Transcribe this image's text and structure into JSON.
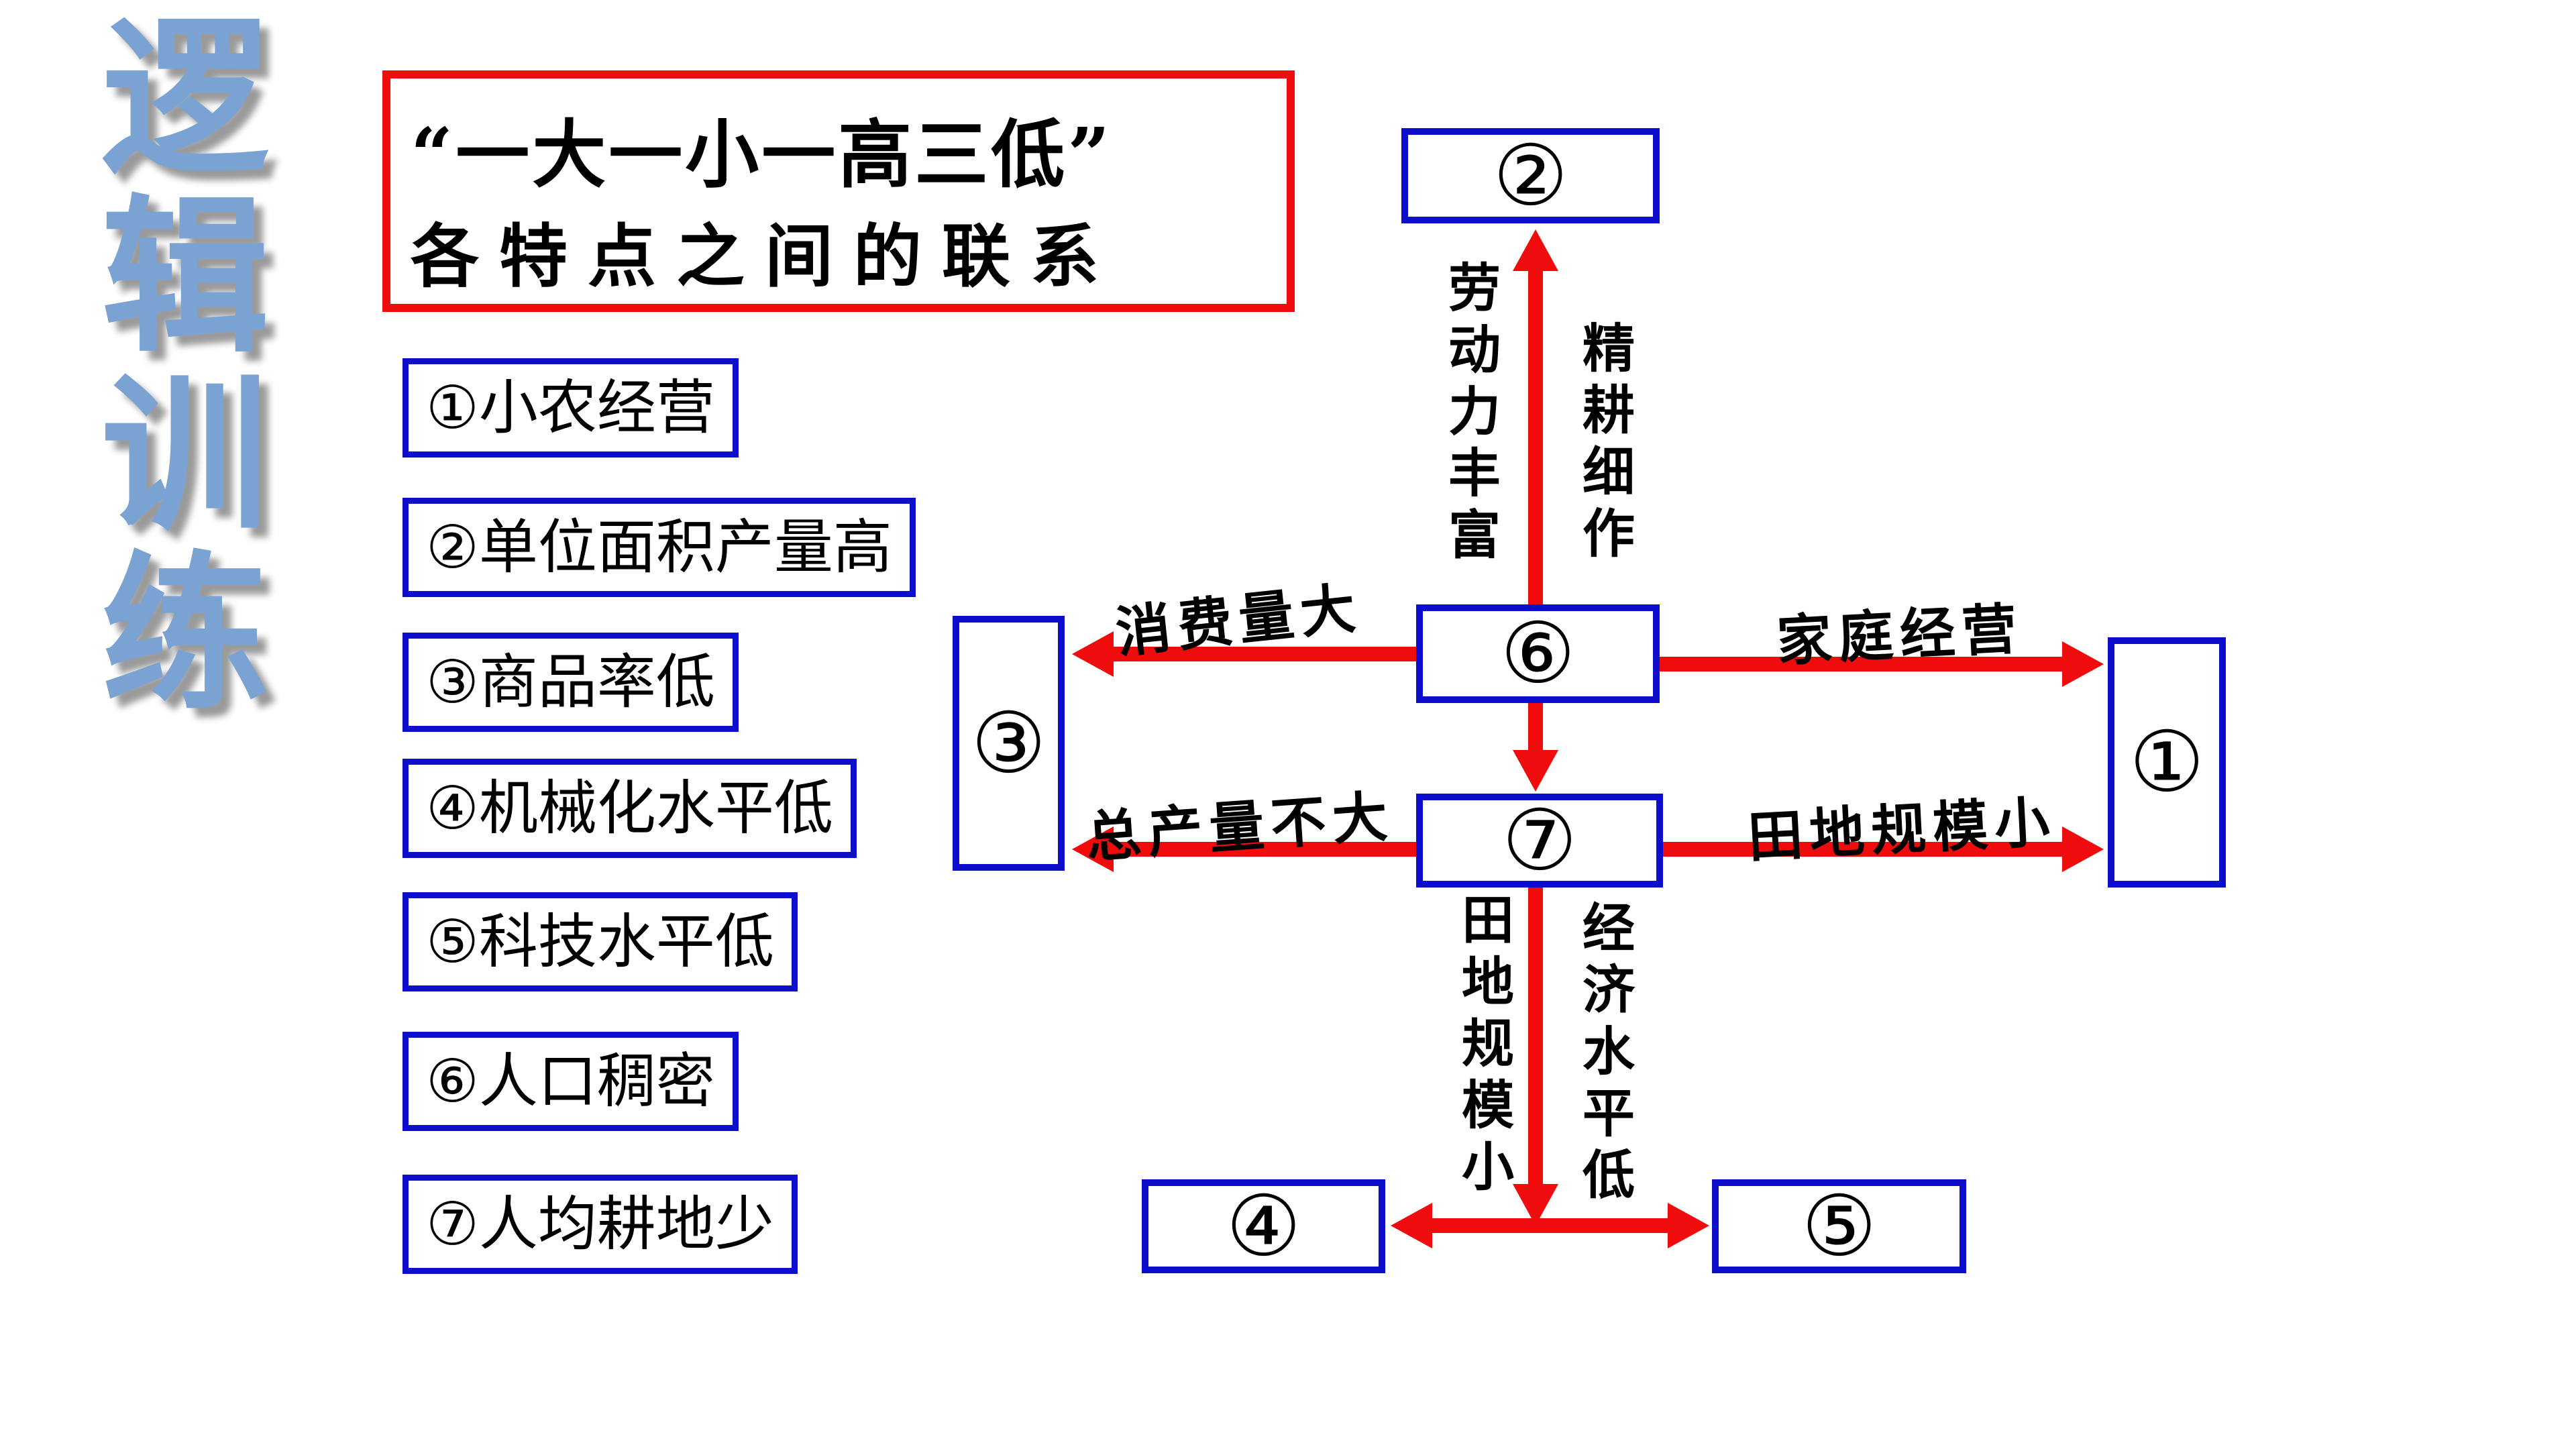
{
  "slide": {
    "background": "#ffffff"
  },
  "side_title": {
    "text": "逻辑训练",
    "color": "#7aa2d2"
  },
  "title_box": {
    "line1": "“一大一小一高三低”",
    "line2": "各特点之间的联系",
    "border_color": "#ee0c0c"
  },
  "legend": {
    "border_color": "#0d0dcc",
    "items": [
      {
        "label": "①小农经营"
      },
      {
        "label": "②单位面积产量高"
      },
      {
        "label": "③商品率低"
      },
      {
        "label": "④机械化水平低"
      },
      {
        "label": "⑤科技水平低"
      },
      {
        "label": "⑥人口稠密"
      },
      {
        "label": "⑦人均耕地少"
      }
    ]
  },
  "diagram": {
    "node_border_color": "#0d0dcc",
    "arrow_color": "#ee0c0c",
    "nodes": {
      "n1": {
        "symbol": "①"
      },
      "n2": {
        "symbol": "②"
      },
      "n3": {
        "symbol": "③"
      },
      "n4": {
        "symbol": "④"
      },
      "n5": {
        "symbol": "⑤"
      },
      "n6": {
        "symbol": "⑥"
      },
      "n7": {
        "symbol": "⑦"
      }
    },
    "edges": [
      {
        "from": "⑥",
        "to": "②",
        "direction": "up",
        "labels": [
          "劳动力丰富",
          "精耕细作"
        ]
      },
      {
        "from": "⑥",
        "to": "③",
        "direction": "left",
        "label": "消费量大"
      },
      {
        "from": "⑥",
        "to": "①",
        "direction": "right",
        "label": "家庭经营"
      },
      {
        "from": "⑥",
        "to": "⑦",
        "direction": "down",
        "label": ""
      },
      {
        "from": "⑦",
        "to": "③",
        "direction": "left",
        "label": "总产量不大"
      },
      {
        "from": "⑦",
        "to": "①",
        "direction": "right",
        "label": "田地规模小"
      },
      {
        "from": "⑦",
        "to": "④⑤",
        "direction": "down",
        "labels": [
          "田地规模小",
          "经济水平低"
        ]
      },
      {
        "from": "④",
        "to": "⑤",
        "direction": "both",
        "label": ""
      }
    ]
  }
}
